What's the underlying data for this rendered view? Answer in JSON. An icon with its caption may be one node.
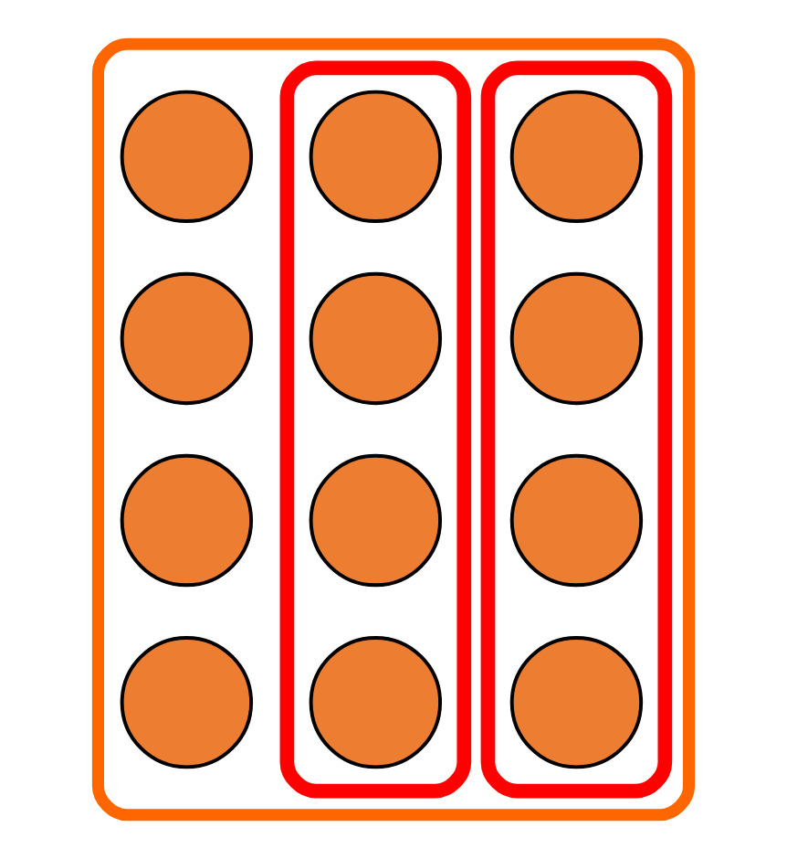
{
  "diagram": {
    "nodes": [
      {
        "text": [],
        "shape": "box"
      },
      {
        "text": [],
        "shape": "box",
        "in": 0
      },
      {
        "text": [],
        "shape": "circle",
        "in": 1
      },
      {
        "text": [],
        "shape": "circle",
        "in": 1
      },
      {
        "text": [],
        "shape": "circle",
        "in": 1
      },
      {
        "text": [],
        "shape": "circle",
        "in": 1
      },
      {
        "text": [],
        "shape": "box",
        "in": 0
      },
      {
        "text": [],
        "shape": "circle",
        "in": 6
      },
      {
        "text": [],
        "shape": "circle",
        "in": 6
      },
      {
        "text": [],
        "shape": "circle",
        "in": 6
      },
      {
        "text": [],
        "shape": "circle",
        "in": 6
      },
      {
        "text": [],
        "shape": "circle",
        "in": 0
      },
      {
        "text": [],
        "shape": "circle",
        "in": 0
      },
      {
        "text": [],
        "shape": "circle",
        "in": 0
      },
      {
        "text": [],
        "shape": "circle",
        "in": 0
      }
    ]
  }
}
